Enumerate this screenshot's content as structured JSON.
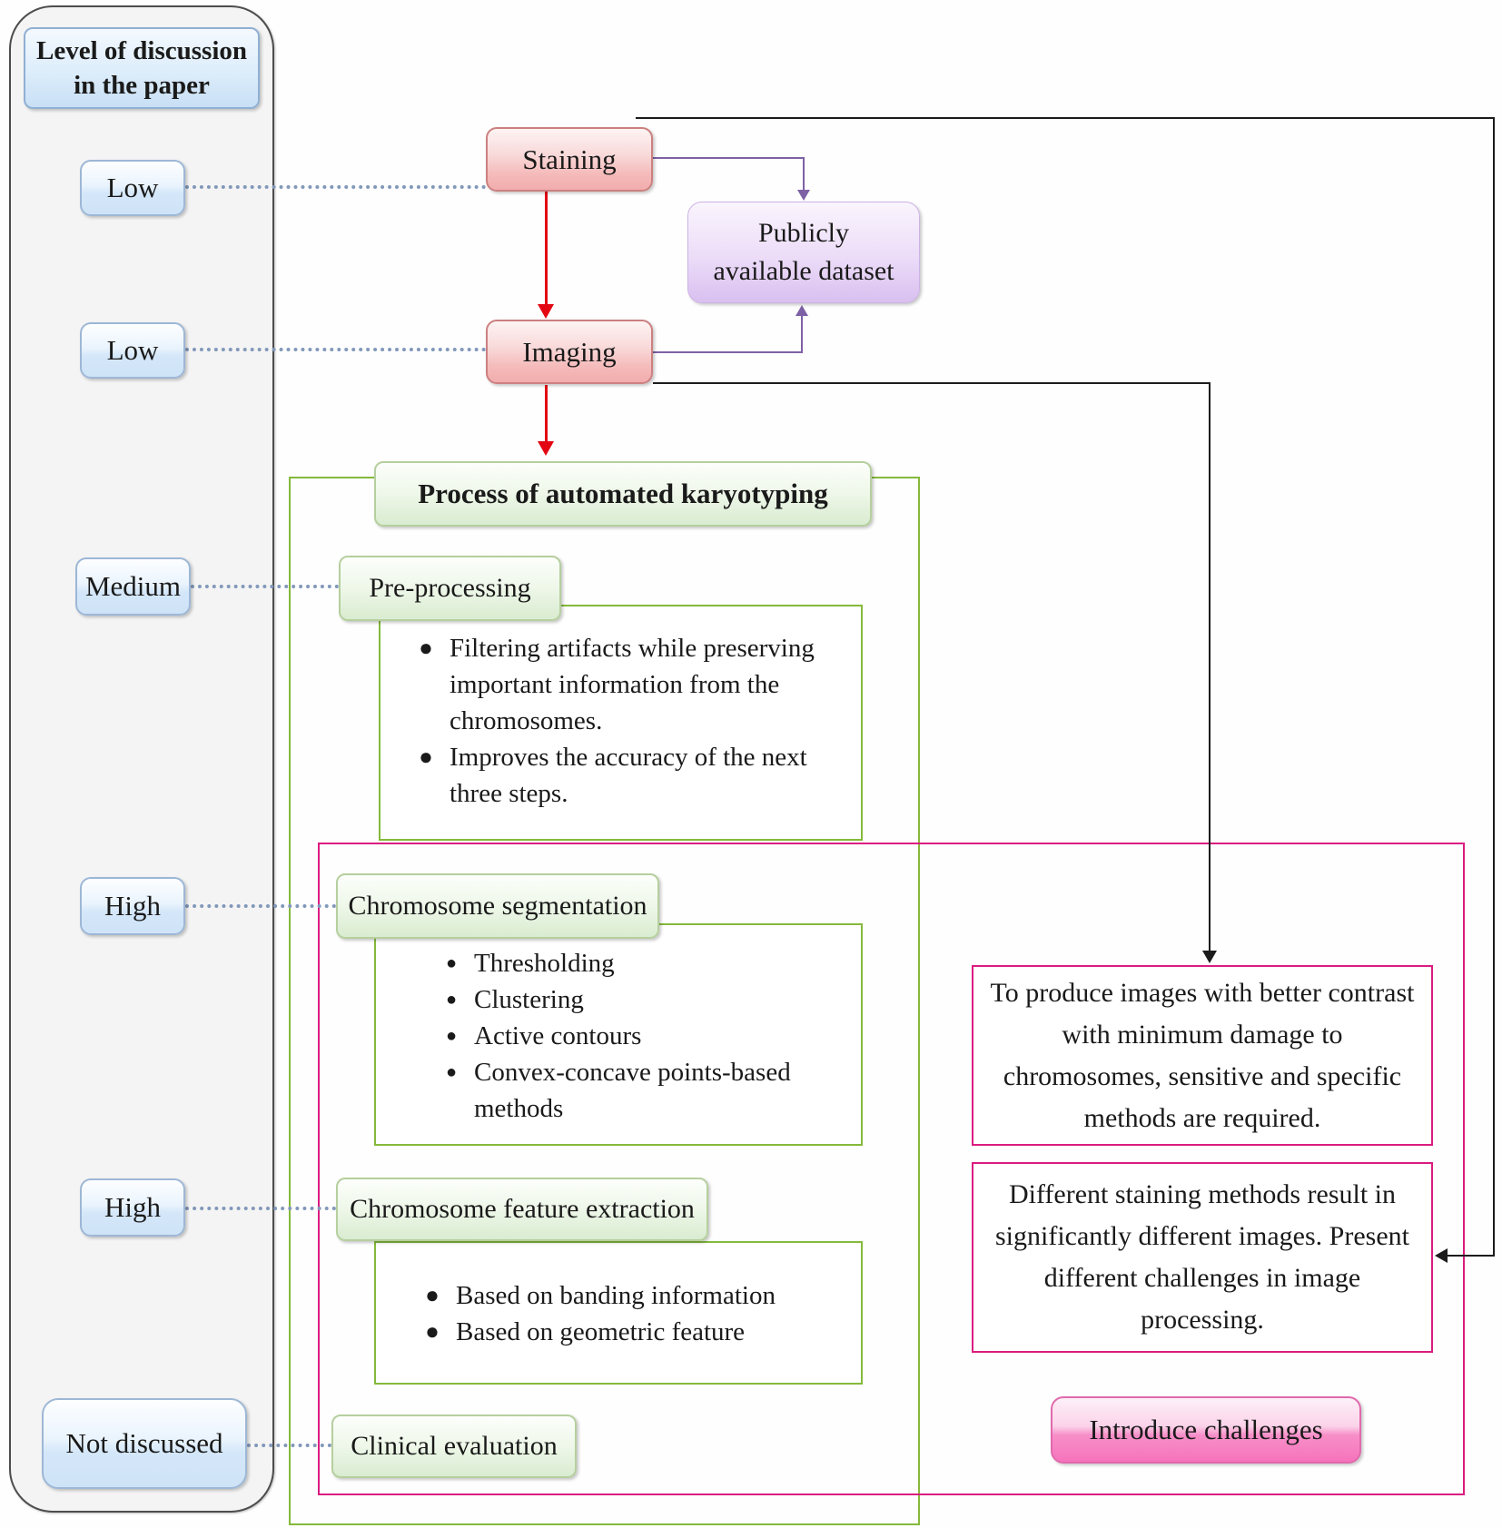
{
  "sidebar": {
    "title": "Level of discussion in the paper",
    "levels": [
      {
        "label": "Low"
      },
      {
        "label": "Low"
      },
      {
        "label": "Medium"
      },
      {
        "label": "High"
      },
      {
        "label": "High"
      },
      {
        "label": "Not discussed"
      }
    ]
  },
  "flow": {
    "staining_label": "Staining",
    "imaging_label": "Imaging",
    "dataset_label": "Publicly available dataset",
    "process_label": "Process of automated karyotyping",
    "preprocessing": {
      "title": "Pre-processing",
      "bullets": [
        "Filtering artifacts while preserving important information from the chromosomes.",
        "Improves the accuracy of the next three steps."
      ]
    },
    "segmentation": {
      "title": "Chromosome segmentation",
      "bullets": [
        "Thresholding",
        "Clustering",
        "Active contours",
        "Convex-concave points-based methods"
      ]
    },
    "feature_extraction": {
      "title": "Chromosome feature extraction",
      "bullets": [
        "Based on banding information",
        "Based on geometric feature"
      ]
    },
    "clinical": {
      "title": "Clinical evaluation"
    }
  },
  "notes": {
    "staining_challenge": "To produce images with better contrast with minimum damage to chromosomes, sensitive and specific methods are required.",
    "imaging_challenge": "Different staining methods result in significantly different images. Present different challenges in image processing.",
    "challenges_label": "Introduce challenges"
  },
  "colors": {
    "container_green": "#85b93b",
    "container_magenta": "#da1c80",
    "arrow_red": "#e30613",
    "connector_purple": "#7e61a5",
    "connector_black": "#1c1c1c",
    "dotted_blue": "#8298ba",
    "chip_blue": "#cfe3f8",
    "chip_red": "#f2adad",
    "chip_purple": "#d9c0f0",
    "chip_green": "#d9ecd0",
    "chip_hotpink": "#f673bc"
  }
}
